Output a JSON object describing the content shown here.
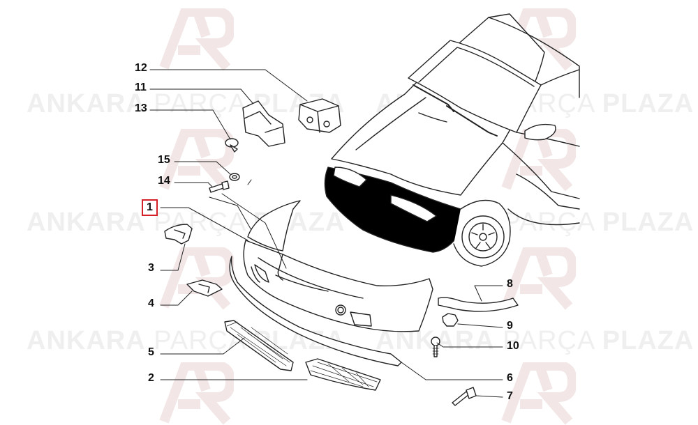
{
  "watermark": {
    "brand_left": "ANKARA",
    "brand_mid": "PARÇA",
    "brand_right": "PLAZA"
  },
  "callouts": {
    "c1": "1",
    "c2": "2",
    "c3": "3",
    "c4": "4",
    "c5": "5",
    "c6": "6",
    "c7": "7",
    "c8": "8",
    "c9": "9",
    "c10": "10",
    "c11": "11",
    "c12": "12",
    "c13": "13",
    "c14": "14",
    "c15": "15"
  },
  "highlight": {
    "selected_part": "1",
    "color": "#d5202a"
  }
}
